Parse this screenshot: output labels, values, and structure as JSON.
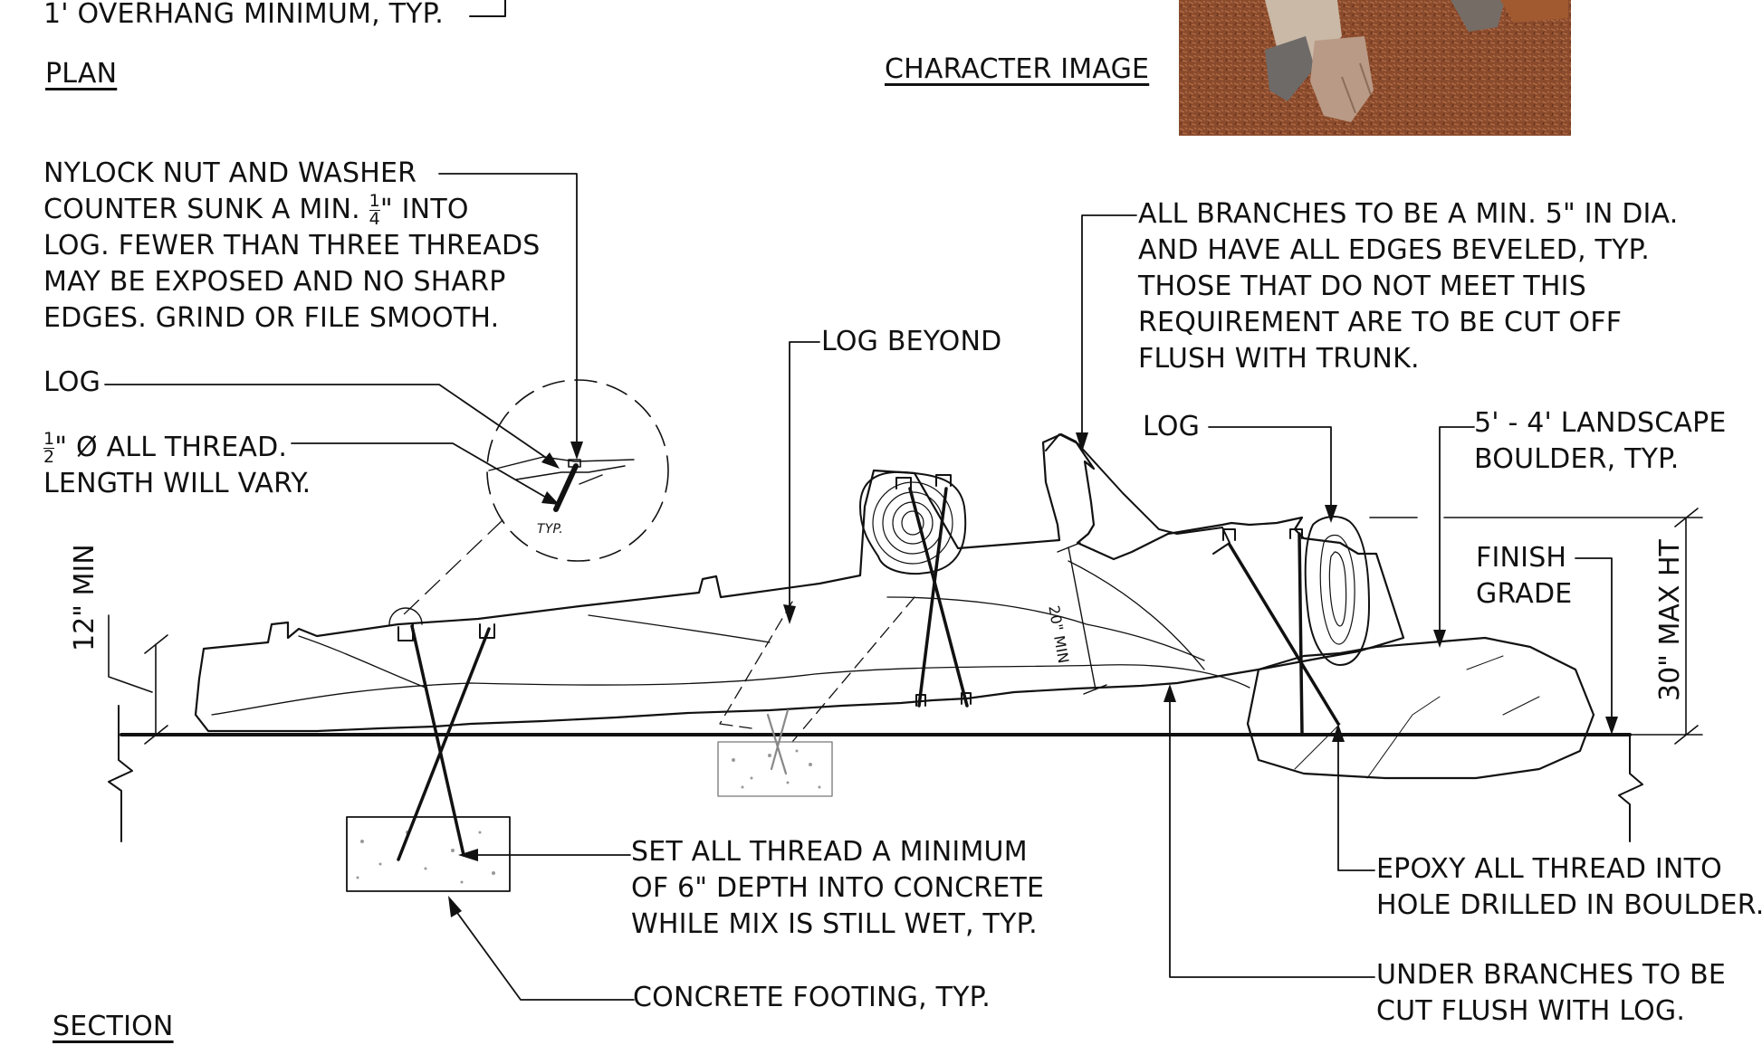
{
  "notes": {
    "overhang": "1' OVERHANG MINIMUM, TYP.",
    "plan_title": "PLAN",
    "character_title": "CHARACTER IMAGE",
    "section_title": "SECTION",
    "nylock_line1": "NYLOCK NUT AND WASHER",
    "nylock_line2_pre": "COUNTER SUNK A MIN.",
    "nylock_frac_num": "1",
    "nylock_frac_den": "4",
    "nylock_line2_post": "\"  INTO",
    "nylock_line3": "LOG. FEWER THAN THREE THREADS",
    "nylock_line4": "MAY BE EXPOSED AND NO SHARP",
    "nylock_line5": "EDGES. GRIND OR FILE SMOOTH.",
    "log_left": "LOG",
    "thread_frac_num": "1",
    "thread_frac_den": "2",
    "thread_line1_post": "\" Ø ALL THREAD.",
    "thread_line2": "LENGTH WILL VARY.",
    "typ": "TYP.",
    "log_beyond": "LOG BEYOND",
    "branches_line1": "ALL BRANCHES TO BE A MIN. 5\" IN DIA.",
    "branches_line2": "AND HAVE ALL EDGES BEVELED, TYP.",
    "branches_line3": "THOSE THAT DO NOT MEET THIS",
    "branches_line4": "REQUIREMENT ARE TO BE CUT OFF",
    "branches_line5": "FLUSH WITH TRUNK.",
    "log_right": "LOG",
    "boulder_line1": "5' - 4' LANDSCAPE",
    "boulder_line2": "BOULDER, TYP.",
    "finish_line1": "FINISH",
    "finish_line2": "GRADE",
    "min_12": "12\" MIN",
    "max_30": "30\" MAX HT",
    "min_20": "20\" MIN",
    "set_thread_line1": "SET ALL THREAD A MINIMUM",
    "set_thread_line2": "OF 6\" DEPTH INTO CONCRETE",
    "set_thread_line3": "WHILE MIX IS STILL WET, TYP.",
    "footing": "CONCRETE FOOTING, TYP.",
    "epoxy_line1": "EPOXY ALL THREAD INTO",
    "epoxy_line2": "HOLE DRILLED IN BOULDER.",
    "under_line1": "UNDER BRANCHES TO BE",
    "under_line2": "CUT FLUSH WITH LOG."
  },
  "colors": {
    "ink": "#111111",
    "photo_mulch": "#8a4a2c",
    "photo_stone": "#6e6a68",
    "photo_wood": "#c9b9a6"
  }
}
